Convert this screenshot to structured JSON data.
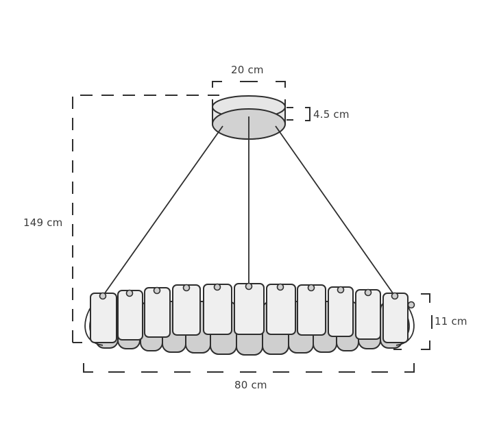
{
  "figure": {
    "subject": "Pendant chandelier dimension drawing",
    "colors": {
      "line": "#2e2e2e",
      "tile_front_fill": "#efefef",
      "tile_back_fill": "#cfcfcf",
      "canopy_top_fill": "#e6e6e6",
      "canopy_bottom_fill": "#d2d2d2",
      "dim_line": "#2e2e2e",
      "text": "#3a3a3a",
      "background": "#ffffff"
    },
    "dimensions": {
      "canopy_diameter": "20 cm",
      "canopy_height": "4.5 cm",
      "overall_height": "149 cm",
      "ring_height": "11 cm",
      "ring_diameter": "80 cm"
    },
    "components": [
      "canopy",
      "suspension-cable-left",
      "suspension-cable-center",
      "suspension-cable-right",
      "ring-of-glass-tiles"
    ],
    "front_tile_count": 11
  }
}
